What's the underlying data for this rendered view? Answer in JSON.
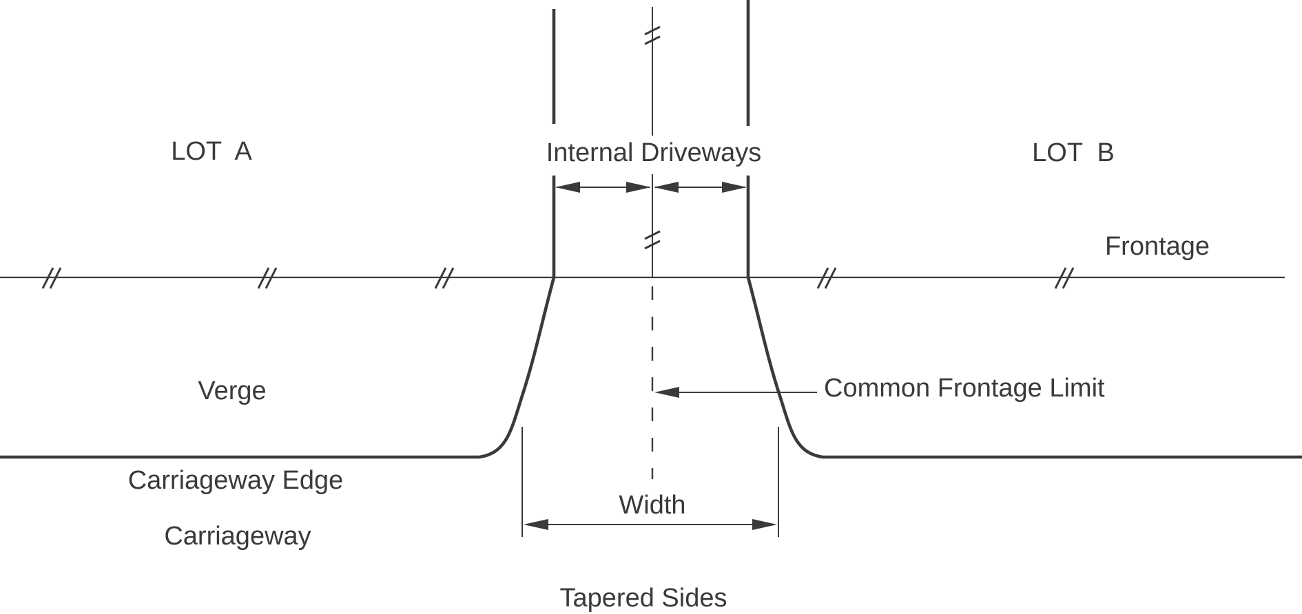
{
  "diagram": {
    "labels": {
      "lot_a": "LOT  A",
      "lot_b": "LOT  B",
      "internal_driveways": "Internal Driveways",
      "frontage": "Frontage",
      "verge": "Verge",
      "common_frontage_limit": "Common Frontage Limit",
      "carriageway_edge": "Carriageway Edge",
      "carriageway": "Carriageway",
      "width": "Width",
      "tapered_sides": "Tapered Sides"
    },
    "colors": {
      "ink": "#3a3a3c",
      "background": "#ffffff"
    }
  }
}
